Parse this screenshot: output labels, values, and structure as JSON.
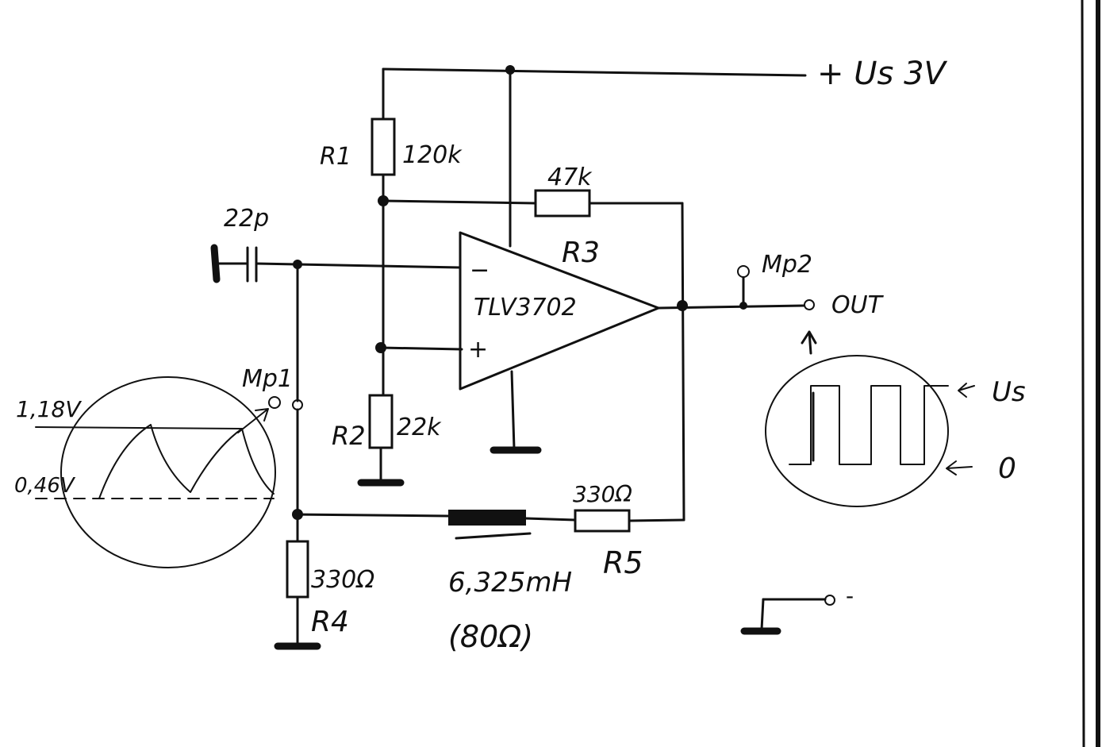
{
  "supply": {
    "label": "+ Us 3V"
  },
  "components": {
    "r1": {
      "name": "R1",
      "value": "120k"
    },
    "r2": {
      "name": "R2",
      "value": "22k"
    },
    "r3": {
      "name": "R3",
      "value": "47k"
    },
    "r4": {
      "name": "R4",
      "value": "330Ω"
    },
    "r5": {
      "name": "R5",
      "value": "330Ω"
    },
    "c1": {
      "value": "22p"
    },
    "opamp": {
      "name": "TLV3702",
      "minus": "−",
      "plus": "+"
    },
    "inductor": {
      "value": "6,325mH",
      "resistance": "(80Ω)"
    }
  },
  "test_points": {
    "mp1": "Mp1",
    "mp2": "Mp2",
    "out": "OUT"
  },
  "waveform_in": {
    "high": "1,18V",
    "low": "0,46V"
  },
  "waveform_out": {
    "high": "Us",
    "low": "0"
  },
  "ground_symbol": {
    "minus": "-"
  }
}
